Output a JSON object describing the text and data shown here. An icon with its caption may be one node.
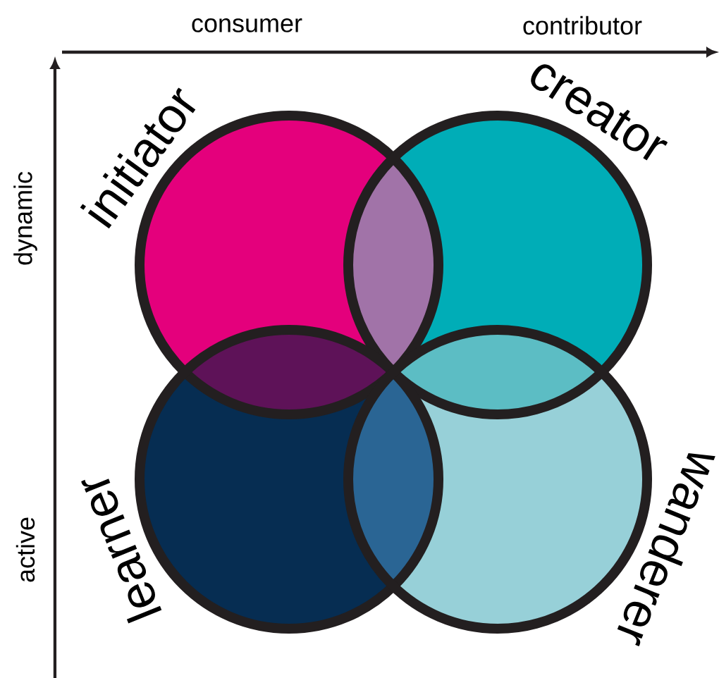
{
  "diagram": {
    "nodes": [
      {
        "text": [
          "initiator"
        ]
      },
      {
        "text": [
          "creator"
        ]
      },
      {
        "text": [
          "learner"
        ]
      },
      {
        "text": [
          "wanderer"
        ]
      }
    ],
    "labels": [
      "consumer",
      "contributor",
      "dynamic",
      "active"
    ]
  }
}
